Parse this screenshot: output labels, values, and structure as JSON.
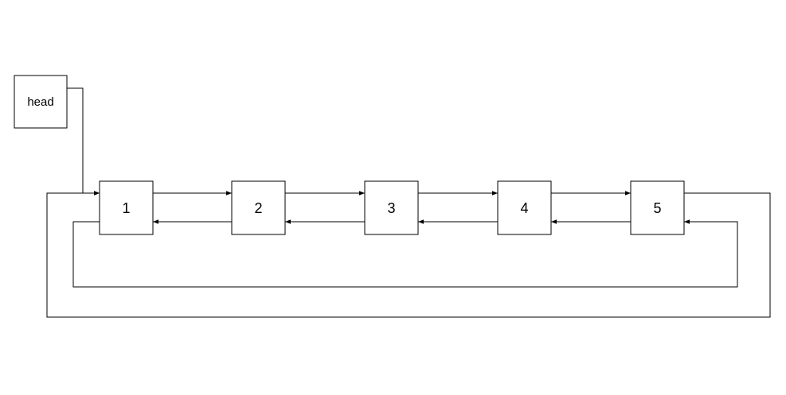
{
  "diagram": {
    "head": {
      "label": "head"
    },
    "nodes": [
      {
        "id": "n1",
        "label": "1"
      },
      {
        "id": "n2",
        "label": "2"
      },
      {
        "id": "n3",
        "label": "3"
      },
      {
        "id": "n4",
        "label": "4"
      },
      {
        "id": "n5",
        "label": "5"
      }
    ],
    "edges": [
      {
        "from": "head",
        "to": "n1",
        "kind": "head-pointer"
      },
      {
        "from": "n1",
        "to": "n2",
        "kind": "next"
      },
      {
        "from": "n2",
        "to": "n3",
        "kind": "next"
      },
      {
        "from": "n3",
        "to": "n4",
        "kind": "next"
      },
      {
        "from": "n4",
        "to": "n5",
        "kind": "next"
      },
      {
        "from": "n2",
        "to": "n1",
        "kind": "prev"
      },
      {
        "from": "n3",
        "to": "n2",
        "kind": "prev"
      },
      {
        "from": "n4",
        "to": "n3",
        "kind": "prev"
      },
      {
        "from": "n5",
        "to": "n4",
        "kind": "prev"
      },
      {
        "from": "n5",
        "to": "n1",
        "kind": "wrap-next"
      },
      {
        "from": "n1",
        "to": "n5",
        "kind": "wrap-prev"
      }
    ],
    "colors": {
      "stroke": "#000000",
      "fill": "#ffffff"
    }
  }
}
